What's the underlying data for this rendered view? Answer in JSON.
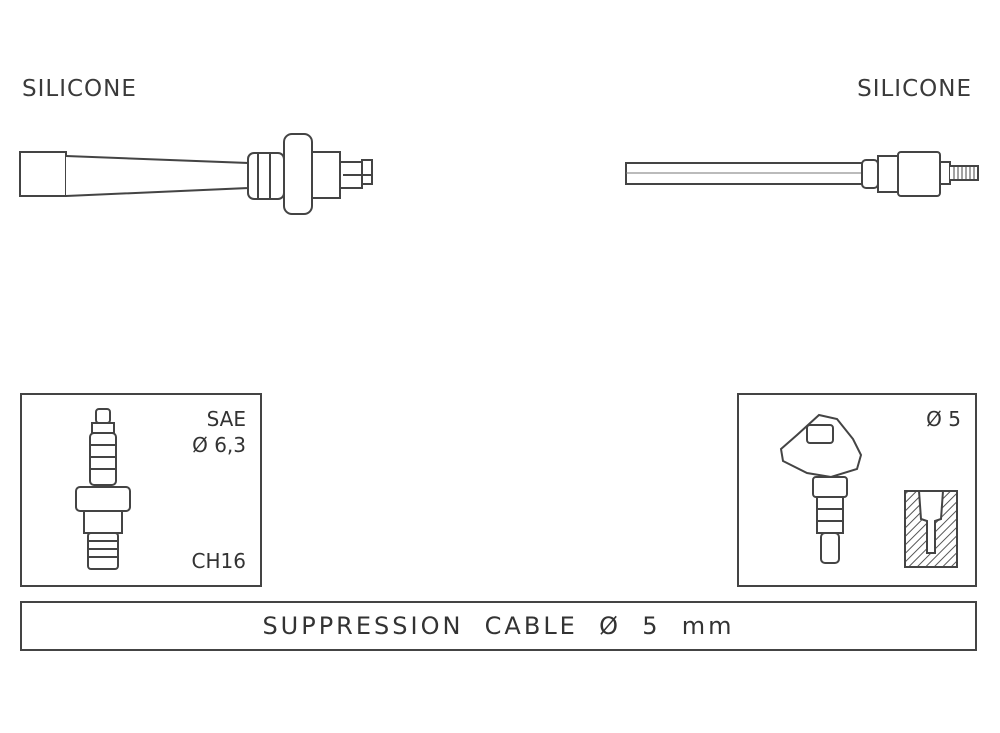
{
  "labels": {
    "left_insulation": "SILICONE",
    "right_insulation": "SILICONE"
  },
  "plug_box": {
    "standard": "SAE",
    "diameter": "Ø 6,3",
    "code": "CH16"
  },
  "coil_box": {
    "diameter": "Ø 5"
  },
  "cable": {
    "text": "SUPPRESSION  CABLE  Ø  5  mm"
  }
}
